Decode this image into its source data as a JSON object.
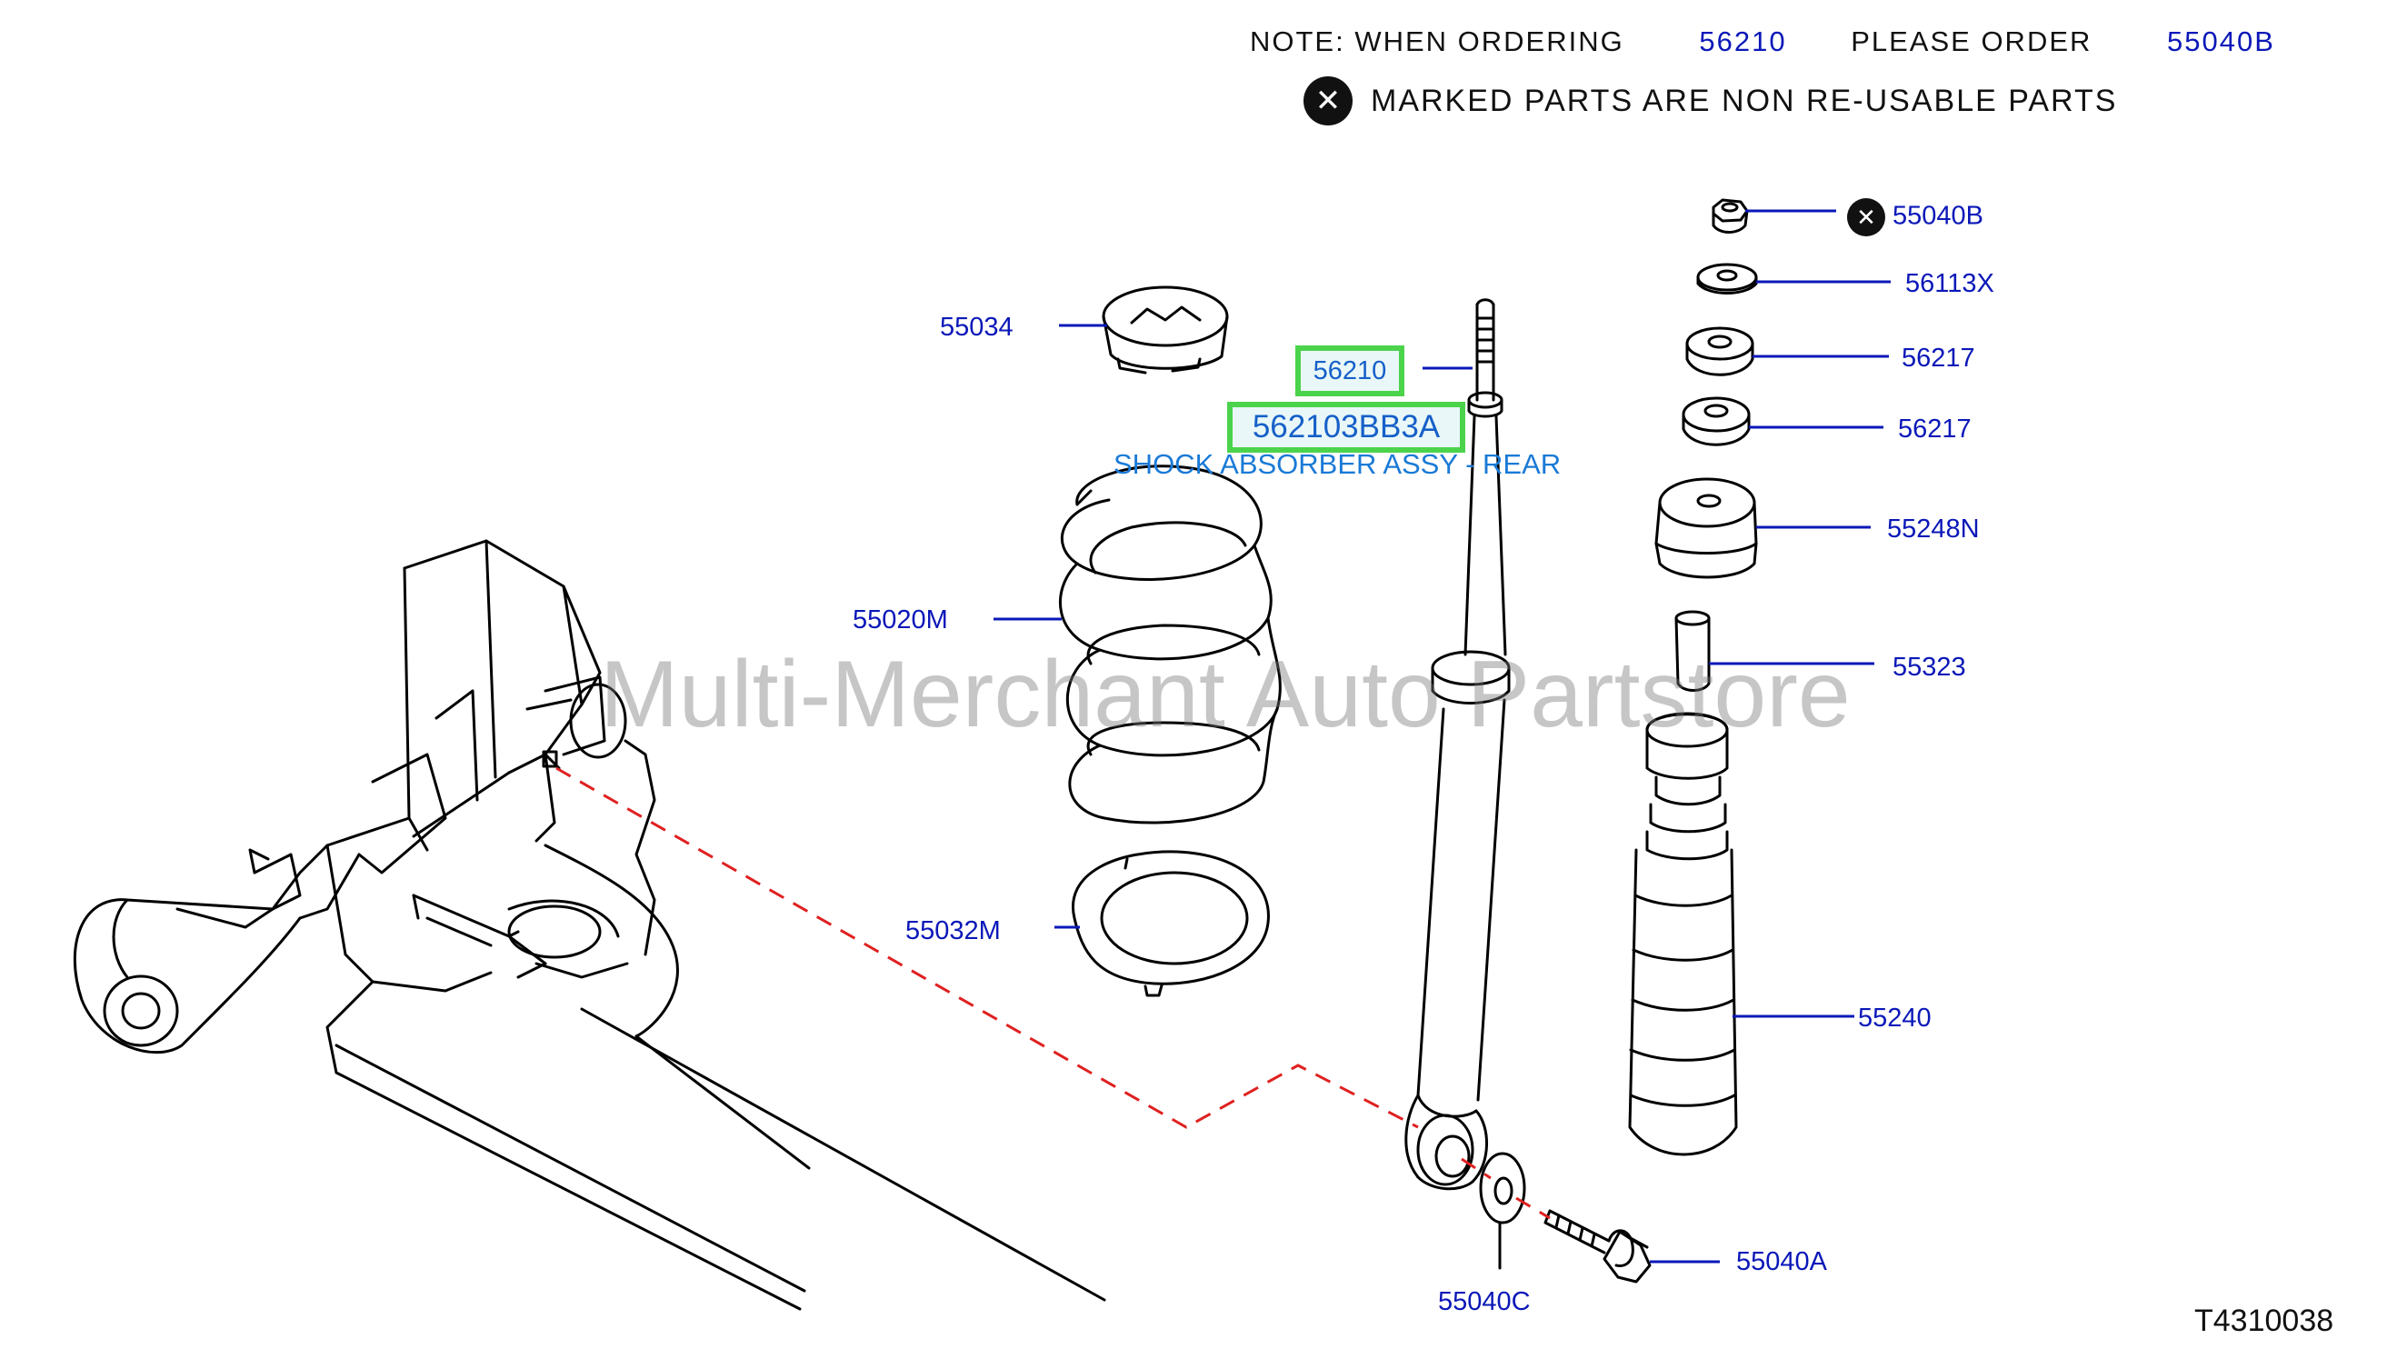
{
  "note": {
    "line1_prefix": "NOTE:  WHEN  ORDERING",
    "line1_part": "56210",
    "line1_mid": "PLEASE  ORDER",
    "line1_order": "55040B",
    "line2_icon": "x-circle-icon",
    "line2_text": "MARKED  PARTS  ARE  NON  RE-USABLE  PARTS"
  },
  "highlight": {
    "part_number": "56210",
    "full_part_number": "562103BB3A",
    "description": "SHOCK ABSORBER ASSY - REAR"
  },
  "parts": [
    "55034",
    "55020M",
    "55032M",
    "55040B",
    "56113X",
    "56217",
    "56217",
    "55248N",
    "55323",
    "55240",
    "55040A",
    "55040C"
  ],
  "watermark": "Multi-Merchant Auto Partstore",
  "diagram_code": "T4310038",
  "colors": {
    "label": "#0b18b8",
    "highlight_border": "#4cd34c",
    "highlight_text": "#1660c8",
    "dash_line": "#e02020"
  }
}
